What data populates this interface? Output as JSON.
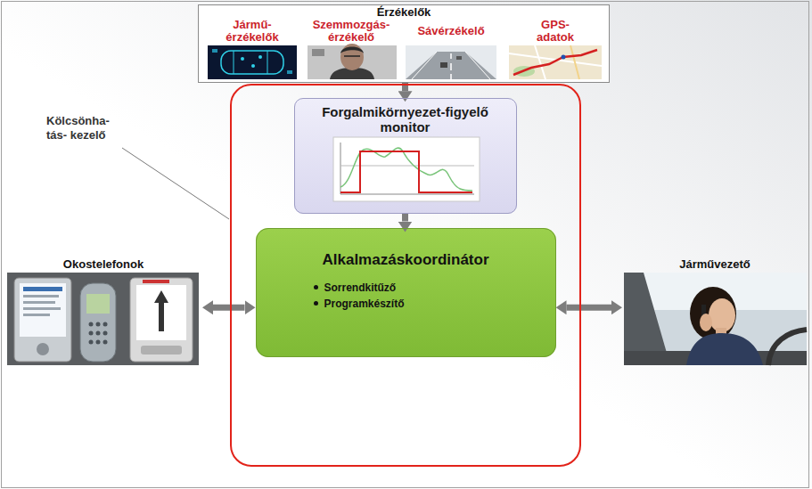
{
  "diagram": {
    "nodes": [
      {
        "text": [
          "Érzékelők"
        ]
      },
      {
        "text": [
          "Jármű- érzékelők"
        ],
        "in": 0
      },
      {
        "text": [
          "Szemmozgás- érzékelő"
        ],
        "in": 0
      },
      {
        "text": [
          "Sávérzékelő"
        ],
        "in": 0
      },
      {
        "text": [
          "GPS- adatok"
        ],
        "in": 0
      },
      {
        "text": [
          "Kölcsönha- tás- kezelő"
        ]
      },
      {
        "text": [
          "Forgalmikörnyezet-figyelő monitor"
        ],
        "in": 5
      },
      {
        "text": [
          "Alkalmazáskoordinátor",
          "Sorrendkitűző",
          "Programkészítő"
        ],
        "in": 5
      },
      {
        "text": [
          "Okostelefonok"
        ]
      },
      {
        "text": [
          "Járművezető"
        ]
      }
    ],
    "edges": [
      {
        "from": 0,
        "to": 6,
        "arrow": "to"
      },
      {
        "from": 6,
        "to": 7,
        "arrow": "to"
      },
      {
        "from": 8,
        "to": 7,
        "arrow": "both"
      },
      {
        "from": 7,
        "to": 9,
        "arrow": "both"
      }
    ]
  }
}
